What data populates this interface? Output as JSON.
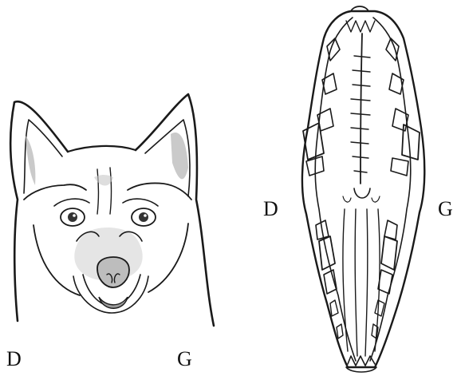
{
  "labels": {
    "dog_face_left": "D",
    "dog_face_right": "G",
    "palate_left": "D",
    "palate_right": "G"
  },
  "colors": {
    "ink": "#1a1a1a",
    "shading": "#b8b8b8",
    "background": "#ffffff"
  }
}
